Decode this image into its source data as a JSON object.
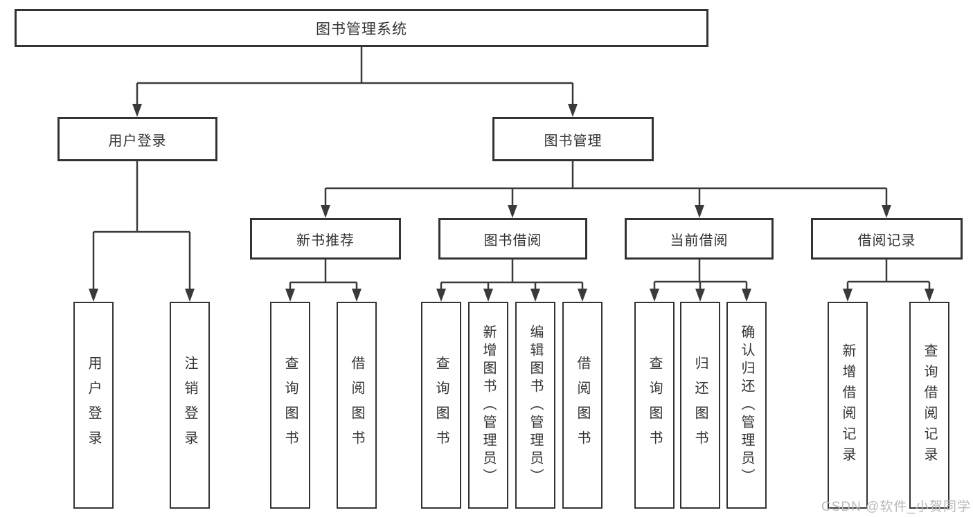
{
  "tree": {
    "root": {
      "label": "图书管理系统",
      "children": [
        {
          "label": "用户登录",
          "children": [
            {
              "label": "用户登录"
            },
            {
              "label": "注销登录"
            }
          ]
        },
        {
          "label": "图书管理",
          "children": [
            {
              "label": "新书推荐",
              "children": [
                {
                  "label": "查询图书"
                },
                {
                  "label": "借阅图书"
                }
              ]
            },
            {
              "label": "图书借阅",
              "children": [
                {
                  "label": "查询图书"
                },
                {
                  "label": "新增图书（管理员）"
                },
                {
                  "label": "编辑图书（管理员）"
                },
                {
                  "label": "借阅图书"
                }
              ]
            },
            {
              "label": "当前借阅",
              "children": [
                {
                  "label": "查询图书"
                },
                {
                  "label": "归还图书"
                },
                {
                  "label": "确认归还（管理员）"
                }
              ]
            },
            {
              "label": "借阅记录",
              "children": [
                {
                  "label": "新增借阅记录"
                },
                {
                  "label": "查询借阅记录"
                }
              ]
            }
          ]
        }
      ]
    }
  },
  "watermark": {
    "text": "CSDN @软件_小贺同学",
    "color": "#b9b9b9"
  },
  "colors": {
    "line": "#3a3a3a",
    "box_border": "#333333",
    "text": "#333333",
    "background": "#ffffff"
  }
}
